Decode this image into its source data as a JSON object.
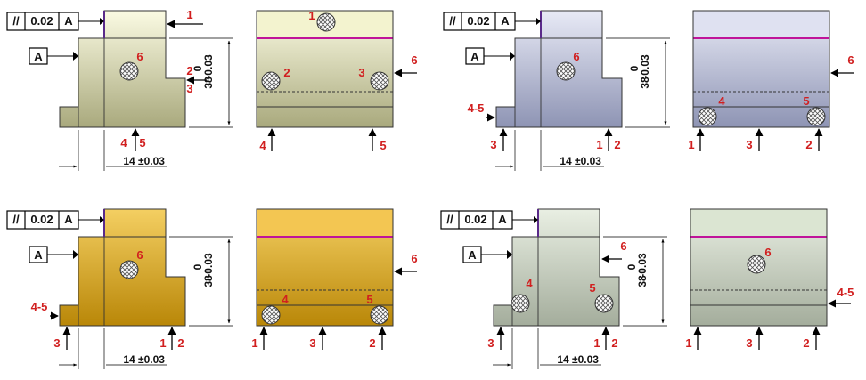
{
  "panels": [
    {
      "id": "p1",
      "theme": {
        "top": "#fbfbe3",
        "bottom": "#a9a97d",
        "band": "#f3f3cf"
      },
      "flatness": {
        "symbol": "//",
        "value": "0.02",
        "datum": "A"
      },
      "datum_label": "A",
      "dim_width": {
        "main": "14",
        "tol": "±0.03"
      },
      "dim_height": {
        "main": "38",
        "upper": "0",
        "lower": "-0.03"
      },
      "side": {
        "points": [
          "1",
          "2",
          "3",
          "6"
        ],
        "bottom_labels": [
          "4",
          "5"
        ],
        "left_label": ""
      },
      "front": {
        "points": [
          "1",
          "2",
          "3"
        ],
        "right_label": "6",
        "bottom_labels": [
          "4",
          "5"
        ]
      }
    },
    {
      "id": "p2",
      "theme": {
        "top": "#e8eaf6",
        "bottom": "#8e94b4",
        "band": "#dfe1f1"
      },
      "flatness": {
        "symbol": "//",
        "value": "0.02",
        "datum": "A"
      },
      "datum_label": "A",
      "dim_width": {
        "main": "14",
        "tol": "±0.03"
      },
      "dim_height": {
        "main": "38",
        "upper": "0",
        "lower": "-0.03"
      },
      "side": {
        "points": [
          "6"
        ],
        "bottom_labels": [
          "3",
          "1",
          "2"
        ],
        "left_label": "4-5"
      },
      "front": {
        "points": [
          "4",
          "5"
        ],
        "right_label": "6",
        "bottom_labels": [
          "1",
          "3",
          "2"
        ]
      }
    },
    {
      "id": "p3",
      "theme": {
        "top": "#f4cf62",
        "bottom": "#b98708",
        "band": "#f3c652"
      },
      "flatness": {
        "symbol": "//",
        "value": "0.02",
        "datum": "A"
      },
      "datum_label": "A",
      "dim_width": {
        "main": "14",
        "tol": "±0.03"
      },
      "dim_height": {
        "main": "38",
        "upper": "0",
        "lower": "-0.03"
      },
      "side": {
        "points": [
          "6"
        ],
        "bottom_labels": [
          "3",
          "1",
          "2"
        ],
        "left_label": "4-5"
      },
      "front": {
        "points": [
          "4",
          "5"
        ],
        "right_label": "6",
        "bottom_labels": [
          "1",
          "3",
          "2"
        ]
      }
    },
    {
      "id": "p4",
      "theme": {
        "top": "#e9efe3",
        "bottom": "#a4ad9c",
        "band": "#dbe5d2"
      },
      "flatness": {
        "symbol": "//",
        "value": "0.02",
        "datum": "A"
      },
      "datum_label": "A",
      "dim_width": {
        "main": "14",
        "tol": "±0.03"
      },
      "dim_height": {
        "main": "38",
        "upper": "0",
        "lower": "-0.03"
      },
      "side": {
        "points": [
          "4",
          "5"
        ],
        "bottom_labels": [
          "3",
          "1",
          "2"
        ],
        "left_label": "",
        "right_label": "6"
      },
      "front": {
        "points": [
          "6"
        ],
        "right_label": "4-5",
        "bottom_labels": [
          "1",
          "3",
          "2"
        ]
      }
    }
  ]
}
